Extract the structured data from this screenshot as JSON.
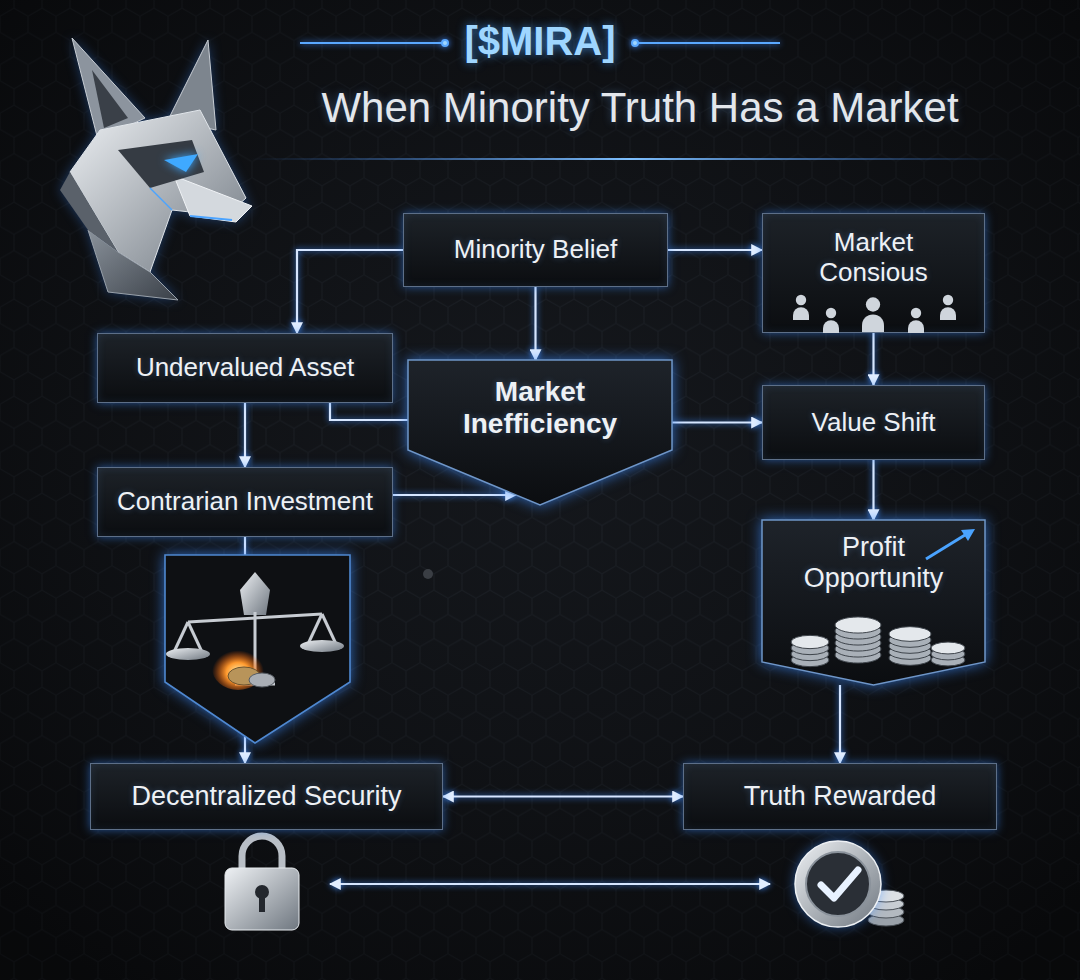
{
  "diagram": {
    "title": "When Minority Truth Has a Market",
    "nodes": [
      {
        "text": [
          "Minority Belief"
        ]
      },
      {
        "text": [
          "Market Consious"
        ]
      },
      {
        "text": [
          "Undervalued Asset"
        ]
      },
      {
        "text": [
          "Market Inefficiency"
        ]
      },
      {
        "text": [
          "Value Shift"
        ]
      },
      {
        "text": [
          "Contrarian Investment"
        ]
      },
      {
        "text": [
          "Profit Opportunity"
        ]
      },
      {
        "text": [
          "Decentralized Security"
        ]
      },
      {
        "text": [
          "Truth Rewarded"
        ]
      }
    ],
    "edges": [
      {
        "from": 0,
        "to": 1,
        "arrow": "to"
      },
      {
        "from": 0,
        "to": 3,
        "arrow": "to"
      },
      {
        "from": 0,
        "to": 2,
        "arrow": "to"
      },
      {
        "from": 2,
        "to": 5,
        "arrow": "to"
      },
      {
        "from": 2,
        "to": 3,
        "arrow": "none"
      },
      {
        "from": 5,
        "to": 3,
        "arrow": "to"
      },
      {
        "from": 3,
        "to": 4,
        "arrow": "to"
      },
      {
        "from": 1,
        "to": 4,
        "arrow": "to"
      },
      {
        "from": 4,
        "to": 6,
        "arrow": "to"
      },
      {
        "from": 6,
        "to": 8,
        "arrow": "to"
      },
      {
        "from": 5,
        "to": 7,
        "arrow": "to"
      },
      {
        "from": 7,
        "to": 8,
        "arrow": "both"
      }
    ],
    "labels": [
      "[$MIRA]"
    ]
  }
}
